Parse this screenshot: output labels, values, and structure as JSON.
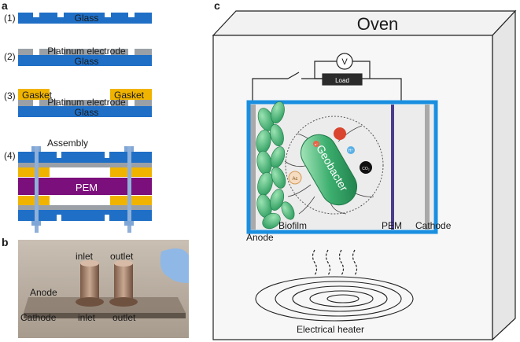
{
  "panels": {
    "a": "a",
    "b": "b",
    "c": "c"
  },
  "panel_a": {
    "steps": [
      "(1)",
      "(2)",
      "(3)",
      "(4)"
    ],
    "glass": "Glass",
    "platinum": "Platinum electrode",
    "gasket": "Gasket",
    "assembly": "Assembly",
    "pem": "PEM"
  },
  "panel_b": {
    "inlet_top": "inlet",
    "outlet_top": "outlet",
    "anode": "Anode",
    "cathode": "Cathode",
    "inlet_bottom": "inlet",
    "outlet_bottom": "outlet"
  },
  "panel_c": {
    "oven": "Oven",
    "voltmeter": "V",
    "load": "Load",
    "geobacter": "Geobacter",
    "acetate": "Ac",
    "electron": "e⁻",
    "proton": "H⁺",
    "co2": "CO₂",
    "anode": "Anode",
    "biofilm": "Biofilm",
    "pem": "PEM",
    "cathode": "Cathode",
    "heater": "Electrical heater"
  },
  "colors": {
    "glass": "#1f6fc6",
    "platinum": "#9aa0a6",
    "gasket": "#f0b400",
    "pem": "#7b0f7b",
    "chamber_outline": "#1a8fe0",
    "bacteria": "#3cae6e"
  }
}
